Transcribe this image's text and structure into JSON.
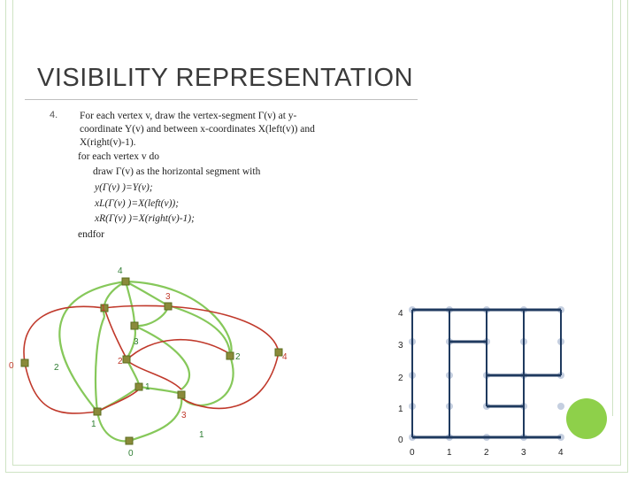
{
  "title": "VISIBILITY REPRESENTATION",
  "step_number": "4.",
  "algorithm": {
    "line1": "For each vertex v, draw the vertex-segment Γ(v) at y-",
    "line2": "coordinate Y(v) and between x-coordinates X(left(v)) and",
    "line3": "X(right(v)-1).",
    "line4": "for each vertex v do",
    "line5": "draw Γ(v) as the horizontal segment with",
    "line6": "y(Γ(v) )=Y(v);",
    "line7": "xL(Γ(v) )=X(left(v));",
    "line8": "xR(Γ(v) )=X(right(v)-1);",
    "line9": "endfor"
  },
  "graph": {
    "vertex_labels": [
      "4",
      "3",
      "1",
      "3",
      "0",
      "2",
      "2",
      "2",
      "4",
      "1",
      "3",
      "1",
      "1",
      "0"
    ],
    "colors": {
      "edge": "#86c85a",
      "face_edge": "#c0392b",
      "vertex": "#8a8a3a",
      "label_red": "#c0392b",
      "label_green": "#2e7d32"
    }
  },
  "visibility": {
    "y_labels": [
      "4",
      "3",
      "2",
      "1",
      "0"
    ],
    "x_labels": [
      "0",
      "1",
      "2",
      "3",
      "4"
    ],
    "colors": {
      "segment": "#1f3a5f",
      "dot": "#c5cfe0"
    }
  }
}
